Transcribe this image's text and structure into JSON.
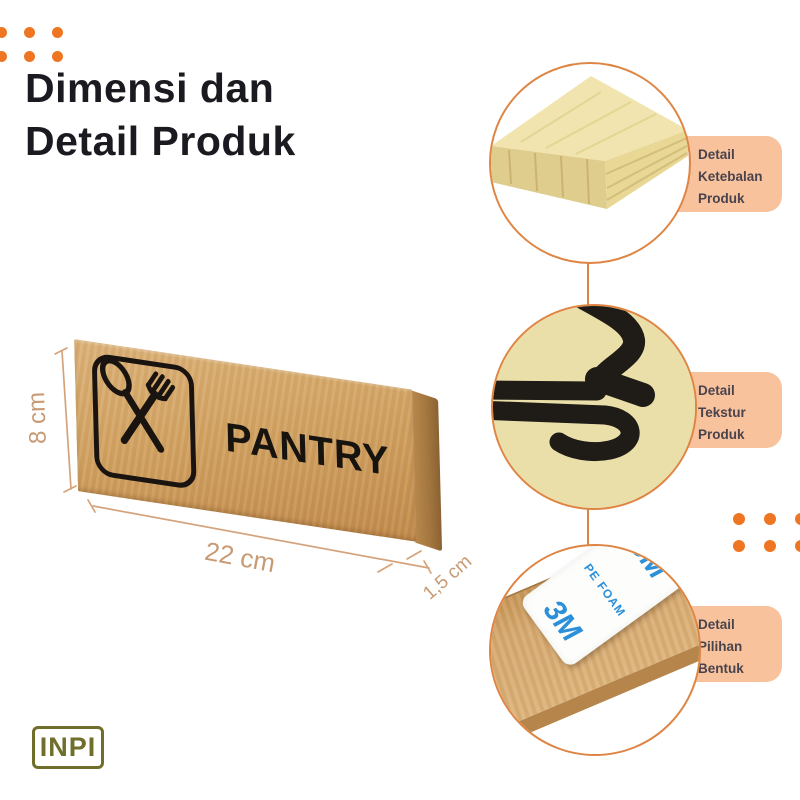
{
  "page": {
    "title_line1": "Dimensi dan",
    "title_line2": "Detail Produk"
  },
  "product": {
    "sign_label": "PANTRY",
    "dimensions": {
      "height": "8 cm",
      "width": "22 cm",
      "thickness": "1,5 cm"
    }
  },
  "details": [
    {
      "id": "ketebalan",
      "lines": [
        "Detail",
        "Ketebalan",
        "Produk"
      ]
    },
    {
      "id": "tekstur",
      "lines": [
        "Detail",
        "Tekstur",
        "Produk"
      ]
    },
    {
      "id": "bentuk",
      "lines": [
        "Detail",
        "Pilihan",
        "Bentuk"
      ]
    }
  ],
  "foam_tape": {
    "brand": "3M",
    "material": "PE FOAM"
  },
  "brand": {
    "logo_text": "INPI"
  },
  "icons": {
    "sign_icon": "crossed-spoon-and-fork"
  },
  "colors": {
    "accent_orange": "#ee7522",
    "callout_border": "#df8544",
    "peach_label": "#f8c29c",
    "dimension_tan": "#c89a74",
    "title_dark": "#1b1a20",
    "logo_olive": "#706e2b",
    "tape_blue": "#2b90d9",
    "wood": "#d2a362"
  }
}
